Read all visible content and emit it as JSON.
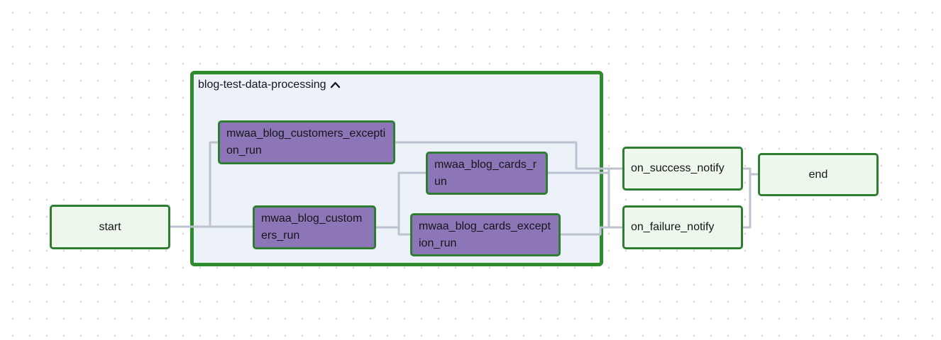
{
  "diagram": {
    "type": "workflow-dag-graph",
    "group": {
      "label": "blog-test-data-processing",
      "collapse_icon": "chevron-up-icon",
      "state": "expanded"
    },
    "nodes": {
      "start": {
        "label": "start",
        "kind": "plain"
      },
      "customers_exception_run": {
        "label": "mwaa_blog_customers_exception_run",
        "kind": "task"
      },
      "customers_run": {
        "label": "mwaa_blog_customers_run",
        "kind": "task"
      },
      "cards_run": {
        "label": "mwaa_blog_cards_run",
        "kind": "task"
      },
      "cards_exception_run": {
        "label": "mwaa_blog_cards_exception_run",
        "kind": "task"
      },
      "on_success_notify": {
        "label": "on_success_notify",
        "kind": "plain"
      },
      "on_failure_notify": {
        "label": "on_failure_notify",
        "kind": "plain"
      },
      "end": {
        "label": "end",
        "kind": "plain"
      }
    },
    "edges": [
      {
        "from": "start",
        "to": "customers_exception_run"
      },
      {
        "from": "start",
        "to": "customers_run"
      },
      {
        "from": "customers_run",
        "to": "cards_run"
      },
      {
        "from": "customers_run",
        "to": "cards_exception_run"
      },
      {
        "from": "customers_exception_run",
        "to": "on_success_notify"
      },
      {
        "from": "customers_exception_run",
        "to": "on_failure_notify"
      },
      {
        "from": "cards_run",
        "to": "on_success_notify"
      },
      {
        "from": "cards_run",
        "to": "on_failure_notify"
      },
      {
        "from": "cards_exception_run",
        "to": "on_success_notify"
      },
      {
        "from": "cards_exception_run",
        "to": "on_failure_notify"
      },
      {
        "from": "on_success_notify",
        "to": "end"
      },
      {
        "from": "on_failure_notify",
        "to": "end"
      }
    ],
    "colors": {
      "node_border": "#2e7d32",
      "group_border": "#2e8b2e",
      "light_fill": "#eef7ec",
      "task_fill": "#8d76b8",
      "group_fill": "#ecf2f8",
      "edge": "#bdc2d0",
      "text": "#14161a",
      "dot": "#d6d6d6"
    }
  }
}
